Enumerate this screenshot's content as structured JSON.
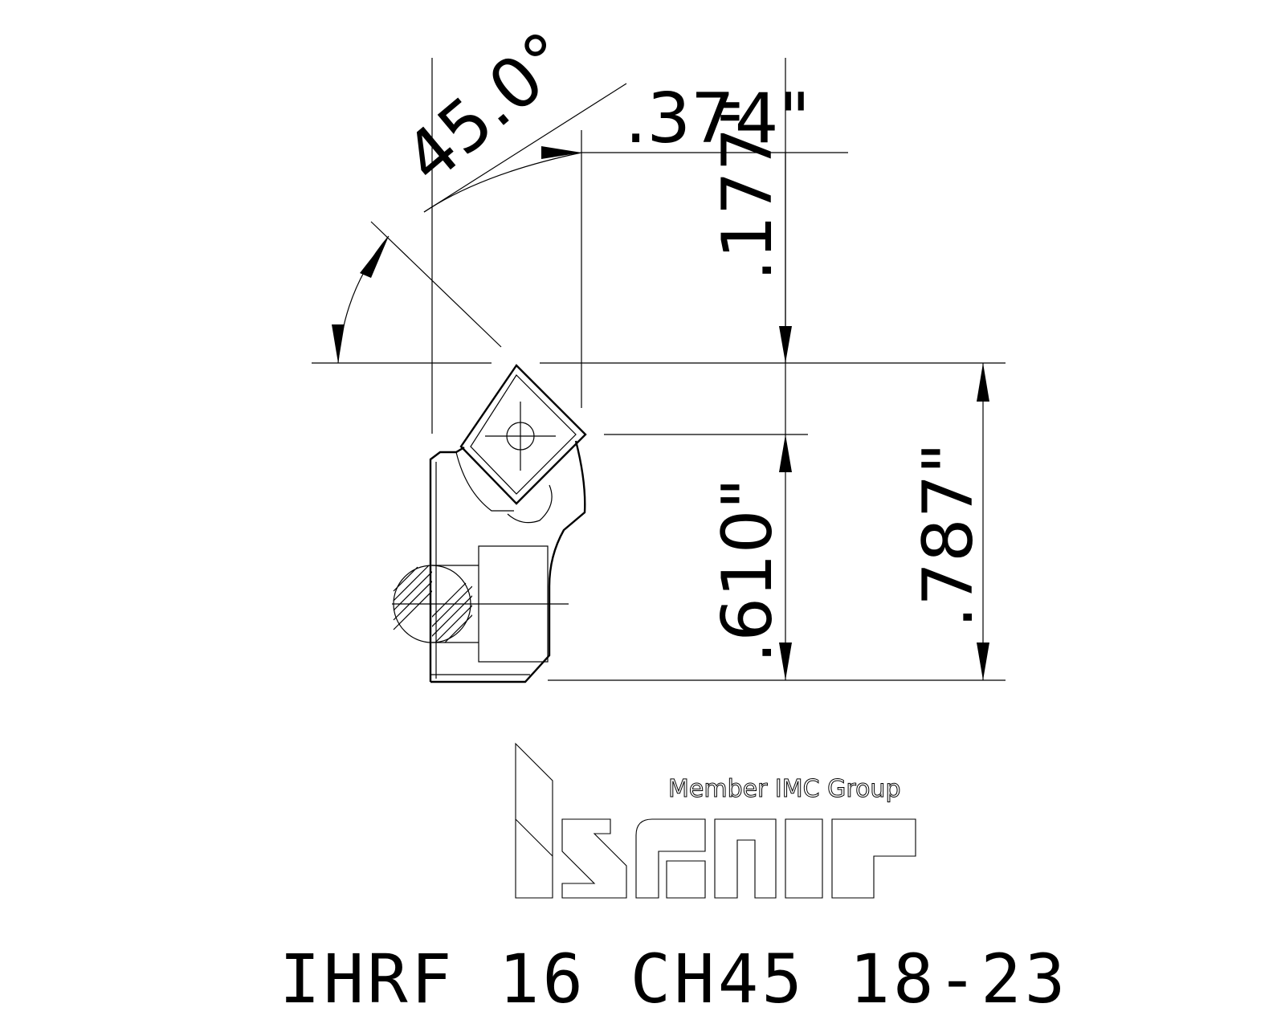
{
  "dimensions": {
    "angle": "45.0°",
    "top_width": ".374\"",
    "upper_height": ".177\"",
    "insert_height": ".610\"",
    "total_height": ".787\""
  },
  "logo": {
    "tagline": "Member IMC Group",
    "brand": "iscar"
  },
  "part_number": "IHRF 16 CH45 18-23",
  "colors": {
    "line": "#000000",
    "background": "#ffffff"
  }
}
